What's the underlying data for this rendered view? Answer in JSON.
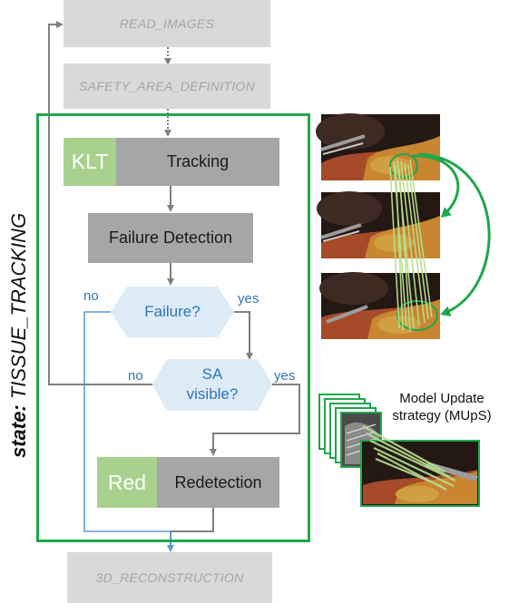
{
  "states": {
    "read_images": "READ_IMAGES",
    "safety_area_definition": "SAFETY_AREA_DEFINITION",
    "reconstruction": "3D_RECONSTRUCTION"
  },
  "tracking_state": {
    "label_prefix": "state:",
    "label_name": "TISSUE_TRACKING",
    "frame_color": "#1fa74c"
  },
  "blocks": {
    "tracking": {
      "tag": "KLT",
      "label": "Tracking"
    },
    "failure_detection": {
      "label": "Failure Detection"
    },
    "redetection": {
      "tag": "Red",
      "label": "Redetection"
    }
  },
  "decisions": {
    "failure": {
      "text": "Failure?",
      "no": "no",
      "yes": "yes"
    },
    "sa_visible": {
      "line1": "SA",
      "line2": "visible?",
      "no": "no",
      "yes": "yes"
    }
  },
  "mups": {
    "line1": "Model Update",
    "line2": "strategy (MUpS)"
  },
  "colors": {
    "state_fill": "#d9d9d9",
    "state_text": "#a6a6a6",
    "process_fill": "#a6a6a6",
    "tag_fill": "#a9d18e",
    "decision_fill": "#ddebf7",
    "decision_text": "#2e75b6",
    "arrow_gray": "#7f7f7f",
    "arrow_blue": "#5b9bd5",
    "green": "#1fa74c",
    "match_green": "#b6e08f"
  }
}
